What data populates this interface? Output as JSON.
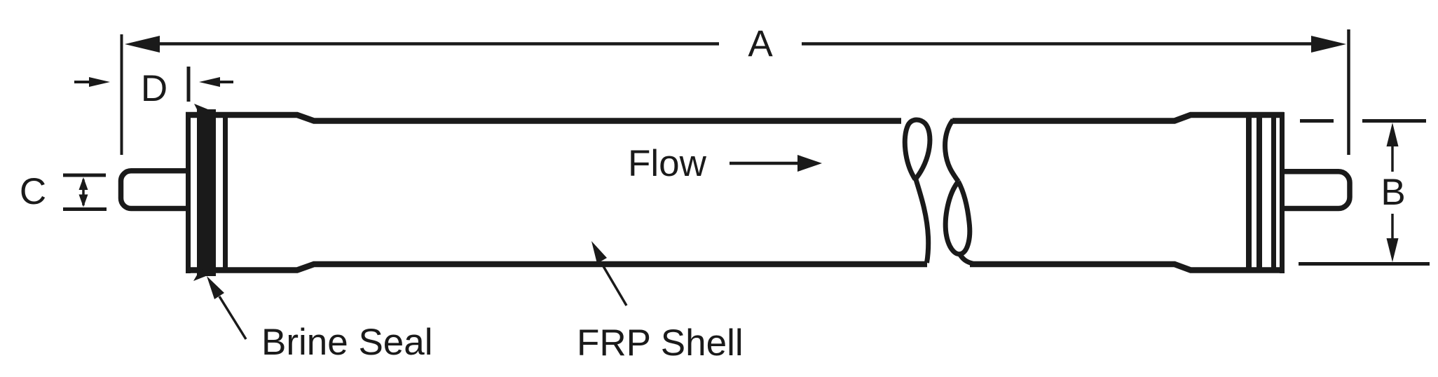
{
  "diagram": {
    "ink_color": "#1a1a1a",
    "background_color": "#ffffff",
    "labels": {
      "dim_a": "A",
      "dim_b": "B",
      "dim_c": "C",
      "dim_d": "D",
      "flow": "Flow",
      "brine_seal": "Brine Seal",
      "frp_shell": "FRP Shell"
    }
  }
}
